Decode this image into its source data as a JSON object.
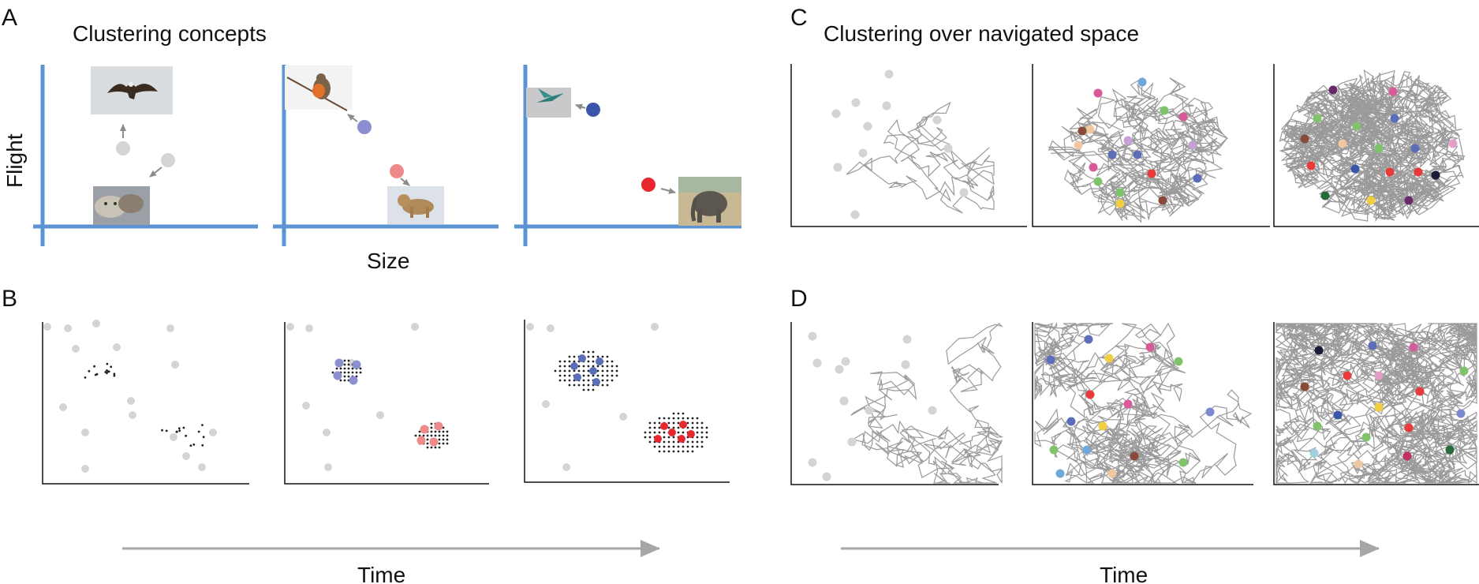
{
  "panel_letters": [
    "A",
    "B",
    "C",
    "D"
  ],
  "panel_a": {
    "title": "Clustering concepts",
    "y_axis_label": "Flight",
    "x_axis_label": "Size",
    "images": [
      "eagle",
      "kitten",
      "robin",
      "lion cub",
      "hummingbird",
      "elephant"
    ]
  },
  "panel_c": {
    "title": "Clustering over navigated space"
  },
  "time_labels": [
    "Time",
    "Time"
  ],
  "colors": {
    "axis_blue": "#5b93d3",
    "grey_dot": "#d4d4d4",
    "cluster_blue": "#5b6fb8",
    "cluster_blue_light": "#8a8fd0",
    "cluster_red": "#e8282e",
    "cluster_red_light": "#ef8a8a",
    "path_grey": "#9a9a9a",
    "arrow_grey": "#999999"
  },
  "icons": [
    "eagle-photo",
    "kitten-photo",
    "robin-photo",
    "lion-cub-photo",
    "hummingbird-photo",
    "elephant-photo"
  ]
}
